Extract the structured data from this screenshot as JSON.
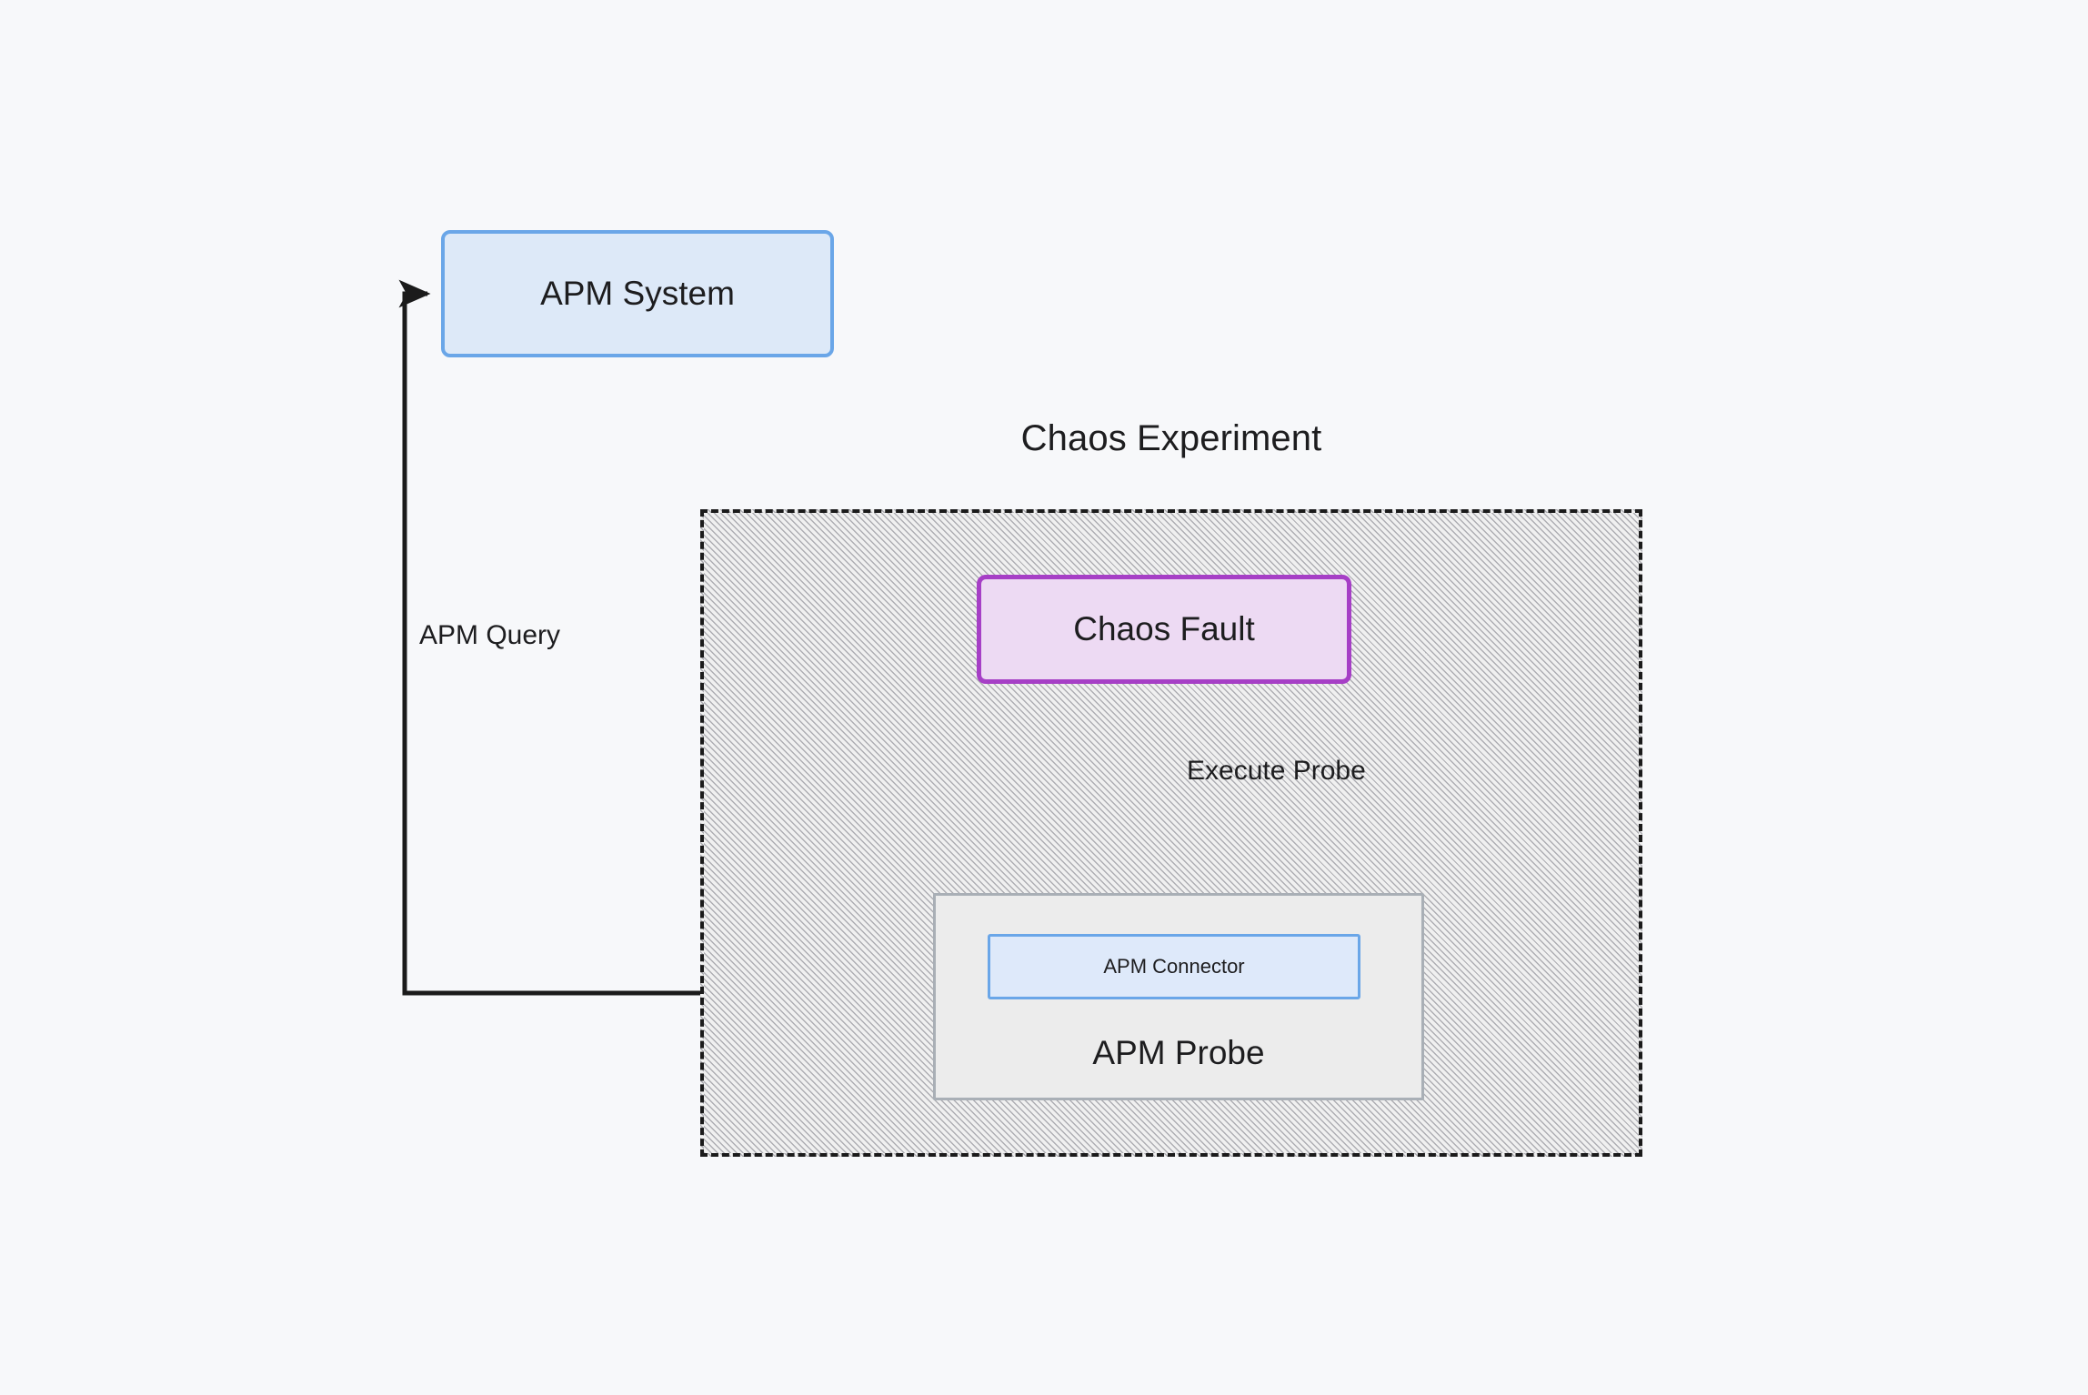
{
  "diagram": {
    "background_color": "#f7f8fa",
    "title_text": "Chaos Experiment",
    "nodes": {
      "apm_system": {
        "label": "APM System",
        "fill": "#dde9f8",
        "stroke": "#6aa6e8"
      },
      "chaos_fault": {
        "label": "Chaos Fault",
        "fill": "#eddaf3",
        "stroke": "#a63fc6"
      },
      "apm_probe": {
        "label": "APM Probe",
        "fill": "#ececec",
        "stroke": "#a9afb6"
      },
      "apm_connector": {
        "label": "APM Connector",
        "fill": "#dee9fa",
        "stroke": "#6aa6e8"
      }
    },
    "group": {
      "label": "Chaos Experiment",
      "fill": "#f0f0f0",
      "stroke": "#1b1b1b",
      "stroke_style": "dashed",
      "hatched": true
    },
    "edges": [
      {
        "id": "execute-probe",
        "label": "Execute Probe",
        "from": "chaos_fault",
        "to": "apm_probe",
        "stroke": "#1b1b1b",
        "arrowhead": true
      },
      {
        "id": "apm-query",
        "label": "APM Query",
        "from": "apm_connector",
        "to": "apm_system",
        "stroke": "#1b1b1b",
        "arrowhead": true
      }
    ]
  }
}
